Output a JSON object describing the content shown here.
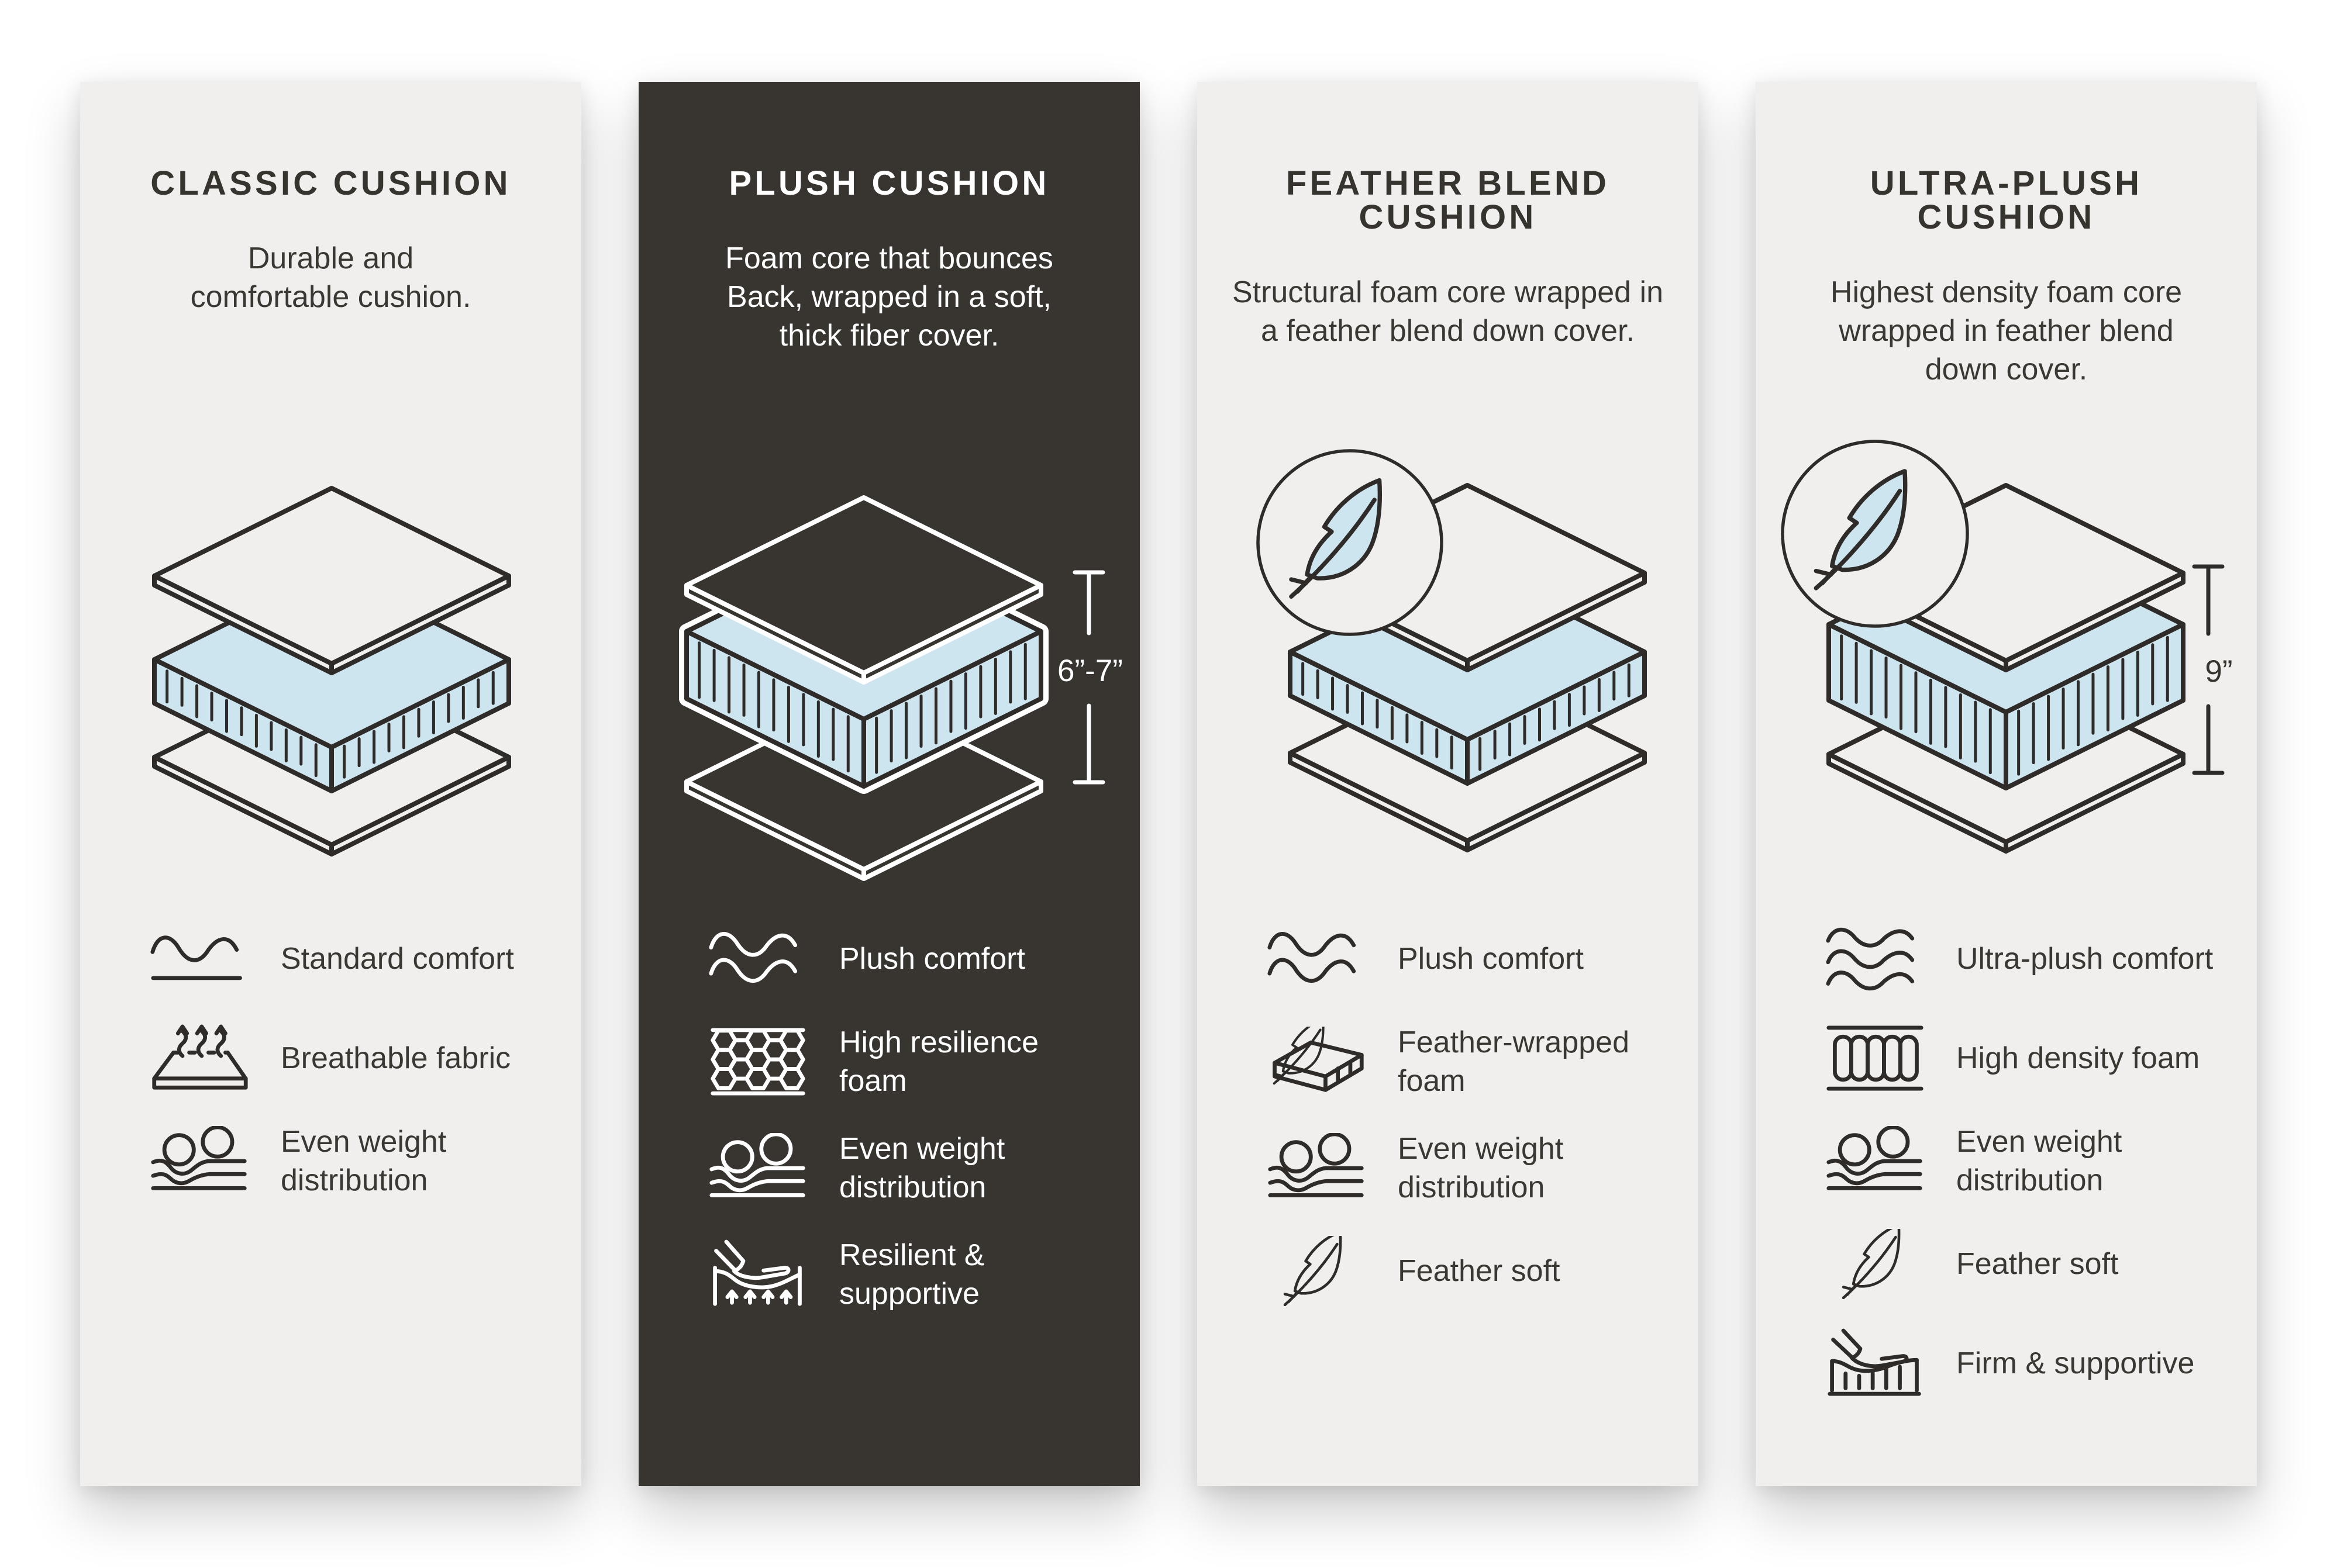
{
  "colors": {
    "page_background": "#ffffff",
    "card_background": "#f0efee",
    "dark_card_background": "#383531",
    "outline_ink": "#2e2b28",
    "text": "#3b3733",
    "foam_blue": "#cde5ef",
    "white": "#ffffff"
  },
  "cards": [
    {
      "id": "classic-cushion",
      "theme": "light",
      "title": "CLASSIC CUSHION",
      "subtitle": "Durable and\ncomfortable cushion.",
      "illustration": "layered cushion with foam core",
      "features": [
        {
          "icon": "wave-single-icon",
          "label": "Standard comfort"
        },
        {
          "icon": "breathable-fabric-icon",
          "label": "Breathable fabric"
        },
        {
          "icon": "even-weight-icon",
          "label": "Even weight\ndistribution"
        }
      ]
    },
    {
      "id": "plush-cushion",
      "theme": "dark",
      "title": "PLUSH CUSHION",
      "subtitle": "Foam core that bounces\nBack, wrapped in a soft,\nthick fiber cover.",
      "illustration": "layered cushion with thick foam core and height marker",
      "dimension": "6”-7”",
      "features": [
        {
          "icon": "wave-double-icon",
          "label": "Plush comfort"
        },
        {
          "icon": "honeycomb-foam-icon",
          "label": "High resilience\nfoam"
        },
        {
          "icon": "even-weight-icon",
          "label": "Even weight\ndistribution"
        },
        {
          "icon": "recliner-support-icon",
          "label": "Resilient &\nsupportive"
        }
      ]
    },
    {
      "id": "feather-blend-cushion",
      "theme": "light",
      "title": "FEATHER BLEND\nCUSHION",
      "subtitle": "Structural foam core wrapped in\na feather blend down cover.",
      "illustration": "layered cushion with feather badge",
      "features": [
        {
          "icon": "wave-double-icon",
          "label": "Plush comfort"
        },
        {
          "icon": "feather-wrapped-foam-icon",
          "label": "Feather-wrapped\nfoam"
        },
        {
          "icon": "even-weight-icon",
          "label": "Even weight\ndistribution"
        },
        {
          "icon": "feather-icon",
          "label": "Feather soft"
        }
      ]
    },
    {
      "id": "ultra-plush-cushion",
      "theme": "light",
      "title": "ULTRA-PLUSH\nCUSHION",
      "subtitle": "Highest density foam core\nwrapped in feather blend\ndown cover.",
      "illustration": "layered cushion with feather badge and height marker",
      "dimension": "9”",
      "features": [
        {
          "icon": "wave-triple-icon",
          "label": "Ultra-plush comfort"
        },
        {
          "icon": "capsule-foam-icon",
          "label": "High density foam"
        },
        {
          "icon": "even-weight-icon",
          "label": "Even weight\ndistribution"
        },
        {
          "icon": "feather-icon",
          "label": "Feather soft"
        },
        {
          "icon": "firm-support-icon",
          "label": "Firm & supportive"
        }
      ]
    }
  ]
}
